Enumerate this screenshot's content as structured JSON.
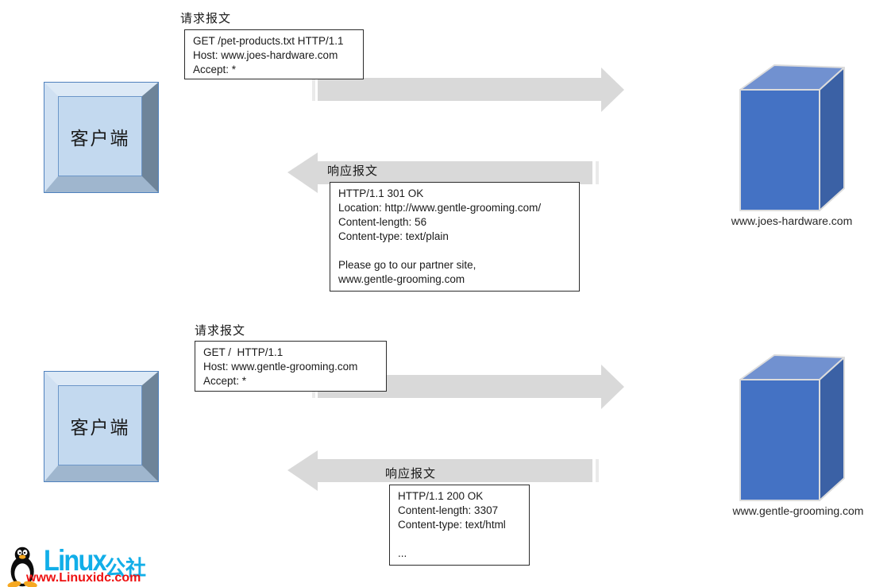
{
  "client_label": "客户端",
  "colors": {
    "arrow": "#d9d9d9",
    "arrow-stripe": "#eaeaea",
    "box-border": "#2b2b2b",
    "text": "#1a1a1a",
    "cube-front": "#4472c4",
    "cube-top": "#7191d0",
    "cube-right": "#3b61a5",
    "cube-edge": "#dcdcdc",
    "client-border": "#4f81bd",
    "client-bevel-top": "#dce9f6",
    "client-bevel-left": "#cfe0f2",
    "client-bevel-right": "#6e8499",
    "client-bevel-bottom": "#9fb6ce",
    "client-face": "#c3d9ef",
    "client-face-border": "#6c96c8",
    "logo-cyan": "#12aee8",
    "logo-red": "#ee1111"
  },
  "flow1": {
    "request_label": "请求报文",
    "request_lines": {
      "0": "GET /pet-products.txt HTTP/1.1",
      "1": "Host: www.joes-hardware.com",
      "2": "Accept: *"
    },
    "response_label": "响应报文",
    "response_lines": {
      "0": "HTTP/1.1 301 OK",
      "1": "Location: http://www.gentle-grooming.com/",
      "2": "Content-length: 56",
      "3": "Content-type: text/plain",
      "4": "",
      "5": "Please go to our partner site,",
      "6": "www.gentle-grooming.com"
    },
    "server_label": "www.joes-hardware.com"
  },
  "flow2": {
    "request_label": "请求报文",
    "request_lines": {
      "0": "GET /  HTTP/1.1",
      "1": "Host: www.gentle-grooming.com",
      "2": "Accept: *"
    },
    "response_label": "响应报文",
    "response_lines": {
      "0": "HTTP/1.1 200 OK",
      "1": "Content-length: 3307",
      "2": "Content-type: text/html",
      "3": "",
      "4": "..."
    },
    "server_label": "www.gentle-grooming.com"
  },
  "logo": {
    "brand": "Linux",
    "suffix": "公社",
    "url": "www.Linuxidc.com"
  }
}
